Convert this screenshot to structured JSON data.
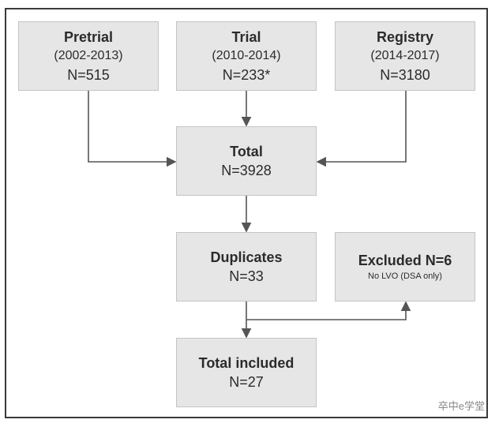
{
  "boxes": {
    "pretrial": {
      "title": "Pretrial",
      "years": "(2002-2013)",
      "n": "N=515"
    },
    "trial": {
      "title": "Trial",
      "years": "(2010-2014)",
      "n": "N=233*"
    },
    "registry": {
      "title": "Registry",
      "years": "(2014-2017)",
      "n": "N=3180"
    },
    "total": {
      "title": "Total",
      "n": "N=3928"
    },
    "duplicates": {
      "title": "Duplicates",
      "n": "N=33"
    },
    "excluded": {
      "title": "Excluded N=6",
      "note": "No LVO (DSA only)"
    },
    "included": {
      "title": "Total included",
      "n": "N=27"
    }
  },
  "watermark": "卒中e学堂",
  "colors": {
    "box_fill": "#e6e6e6",
    "line": "#555555"
  }
}
